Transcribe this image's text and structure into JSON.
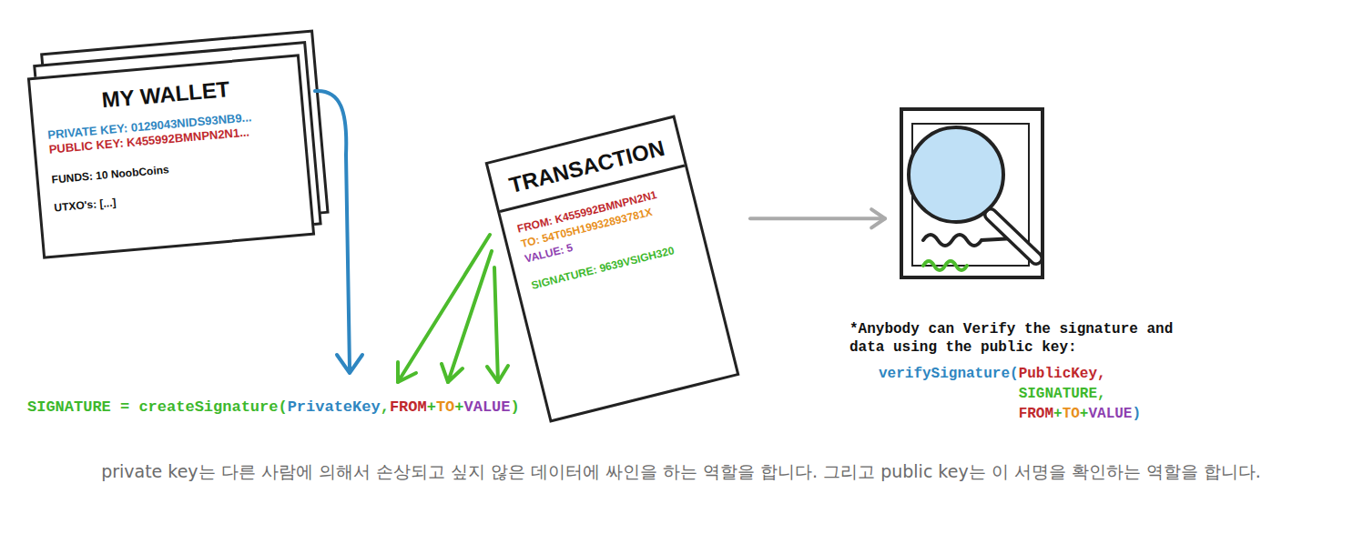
{
  "diagram": {
    "caption": "private key는 다른 사람에 의해서 손상되고 싶지 않은 데이터에 싸인을 하는 역할을 합니다. 그리고 public key는 이 서명을 확인하는 역할을 합니다.",
    "nodes": [
      {
        "text": [
          "MY WALLET",
          "PRIVATE KEY: 0129043NIDS93NB9...",
          "PUBLIC KEY: K455992BMNPN2N1...",
          "FUNDS: 10 NoobCoins",
          "UTXO's: [...]"
        ]
      },
      {
        "text": [
          "TRANSACTION",
          "FROM: K455992BMNPN2N1",
          "TO: 54T05H19932893781X",
          "VALUE: 5",
          "SIGNATURE: 9639VSIGH320"
        ]
      },
      {
        "text": [
          "*Anybody can Verify the signature and data using the public key:",
          "verifySignature(PublicKey, SIGNATURE, FROM+TO+VALUE)"
        ]
      }
    ],
    "edges": [
      {
        "from": 1,
        "to": 2,
        "arrow": "to"
      }
    ],
    "labels": [
      "SIGNATURE = createSignature(PrivateKey,FROM+TO+VALUE)"
    ]
  }
}
